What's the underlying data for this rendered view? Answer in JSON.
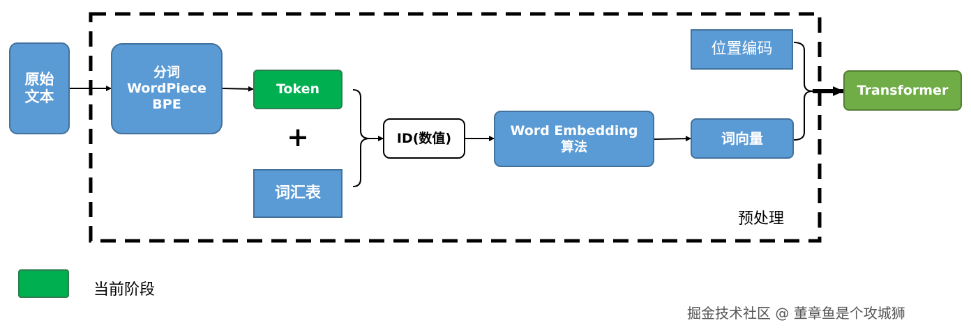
{
  "nodes": {
    "raw_text": {
      "line1": "原始",
      "line2": "文本"
    },
    "tokenizer": {
      "line1": "分词",
      "line2": "WordPiece",
      "line3": "BPE"
    },
    "token": {
      "label": "Token"
    },
    "plus": {
      "label": "+"
    },
    "vocab": {
      "label": "词汇表"
    },
    "id": {
      "label": "ID(数值)"
    },
    "embedding": {
      "line1": "Word Embedding",
      "line2": "算法"
    },
    "position": {
      "label": "位置编码"
    },
    "word_vector": {
      "label": "词向量"
    },
    "transformer": {
      "label": "Transformer"
    }
  },
  "region": {
    "label": "预处理"
  },
  "legend": {
    "label": "当前阶段"
  },
  "watermark": {
    "text": "掘金技术社区 @ 董章鱼是个攻城狮"
  },
  "colors": {
    "blue": "#5b9bd5",
    "current_stage": "#00b050",
    "transformer": "#70ad47"
  }
}
